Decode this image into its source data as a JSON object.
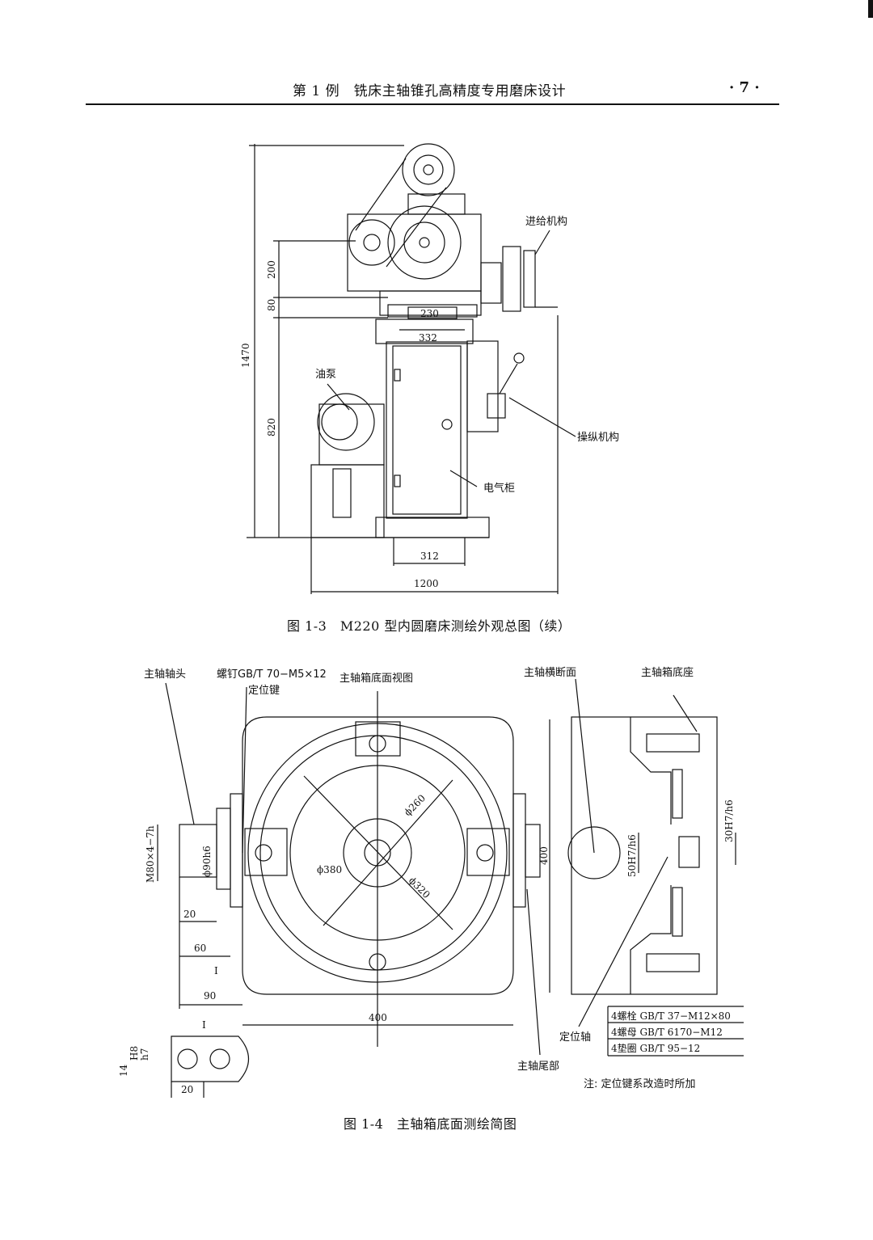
{
  "header": {
    "title": "第 1 例　铣床主轴锥孔高精度专用磨床设计",
    "page_number": "· 7 ·"
  },
  "figure_1_3": {
    "caption": "图 1-3　M220 型内圆磨床测绘外观总图（续）",
    "labels": {
      "feed": "进给机构",
      "oil_pump": "油泵",
      "control": "操纵机构",
      "cabinet": "电气柜"
    },
    "dims": {
      "d1470": "1470",
      "d200": "200",
      "d80": "80",
      "d820": "820",
      "d230": "230",
      "d332": "332",
      "d312": "312",
      "d1200": "1200"
    }
  },
  "figure_1_4": {
    "caption": "图 1-4　主轴箱底面测绘简图",
    "labels": {
      "spindle_nose": "主轴轴头",
      "screw": "螺钉GB/T 70−M5×12",
      "locating_key": "定位键",
      "bottom_view": "主轴箱底面视图",
      "cross_section": "主轴横断面",
      "base_seat": "主轴箱底座",
      "locating_shaft": "定位轴",
      "spindle_tail": "主轴尾部",
      "note": "注: 定位键系改造时所加"
    },
    "parts": [
      "4螺栓 GB/T 37−M12×80",
      "4螺母 GB/T 6170−M12",
      "4垫圈 GB/T 95−12"
    ],
    "dims": {
      "d260": "ϕ260",
      "d380": "ϕ380",
      "d320": "ϕ320",
      "d400v": "400",
      "d400h": "400",
      "m80": "M80×4−7h",
      "d90h6": "ϕ90h6",
      "d20a": "20",
      "d60": "60",
      "d90": "90",
      "d50": "50H7/h6",
      "d30": "30H7/h6",
      "sec": "I",
      "sec2": "I",
      "d14": "14",
      "h8": "H8",
      "h7": "h7",
      "d20b": "20"
    }
  }
}
